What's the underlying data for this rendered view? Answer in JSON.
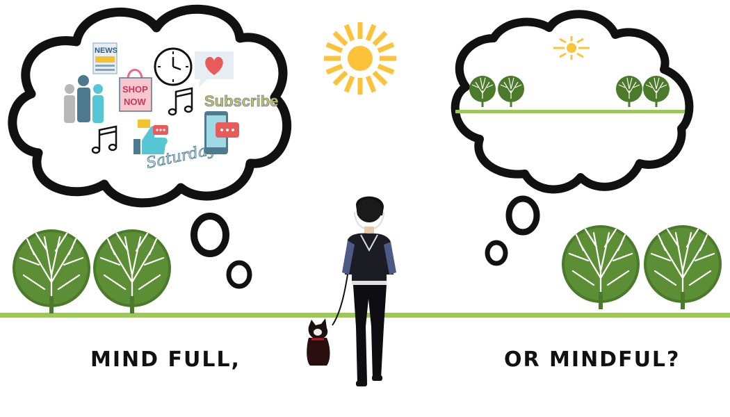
{
  "captions": {
    "left": "MIND FULL,",
    "right": "OR MINDFUL?"
  },
  "left_cloud_text": {
    "news": "NEWS",
    "shop_line1": "SHOP",
    "shop_line2": "NOW",
    "subscribe": "Subscribe",
    "saturday": "Saturday"
  },
  "icons": [
    "sun-icon",
    "news-icon",
    "people-icon",
    "shopping-bag-icon",
    "clock-icon",
    "heart-icon",
    "music-note-icon",
    "thumbs-up-icon",
    "chat-bubble-icon",
    "phone-icon",
    "tree-icon",
    "person-icon",
    "dog-icon"
  ],
  "colors": {
    "ground": "#9dc75a",
    "sun": "#fbc23a",
    "tree": "#4b7a2a",
    "cloud_stroke": "#111111",
    "people": [
      "#b8b8b8",
      "#4e7a8f",
      "#56c6d4"
    ],
    "heart": "#e85b5b",
    "subscribe": "#b8b23a"
  }
}
